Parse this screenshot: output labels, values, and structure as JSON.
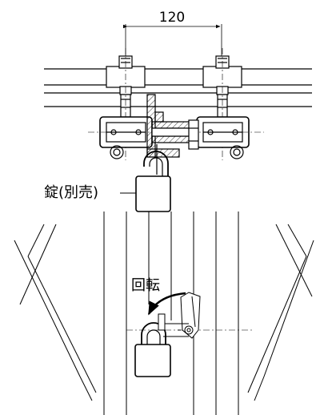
{
  "dimension": {
    "label": "120"
  },
  "labels": {
    "lock": "錠(別売)",
    "rotate": "回転"
  }
}
